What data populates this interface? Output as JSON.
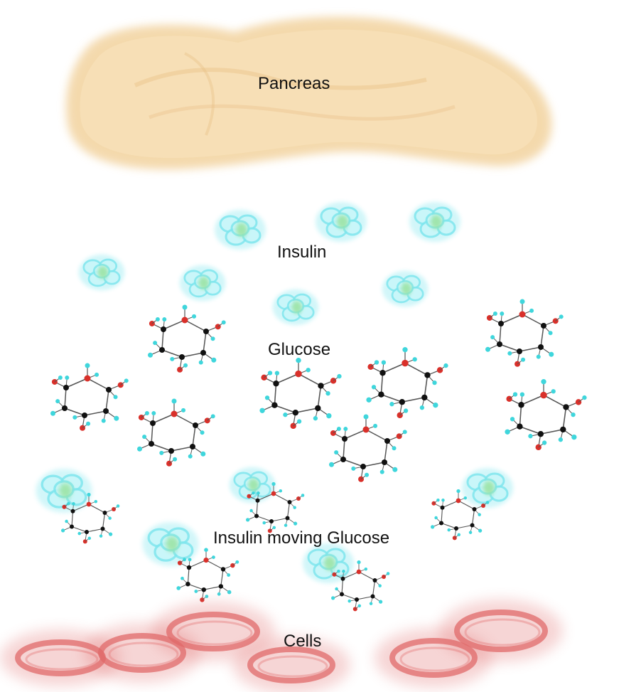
{
  "diagram": {
    "labels": {
      "pancreas": "Pancreas",
      "insulin": "Insulin",
      "glucose": "Glucose",
      "insulin_moving_glucose": "Insulin moving Glucose",
      "cells": "Cells"
    },
    "colors": {
      "pancreas_fill": "#f6dcb0",
      "pancreas_edge": "#ecc88e",
      "insulin_glow": "#7fe6ee",
      "insulin_core": "#9be3a0",
      "glucose_carbon": "#111111",
      "glucose_oxygen": "#d9302a",
      "glucose_hydrogen": "#3fd6dc",
      "cell_color": "#e06a6a"
    }
  }
}
